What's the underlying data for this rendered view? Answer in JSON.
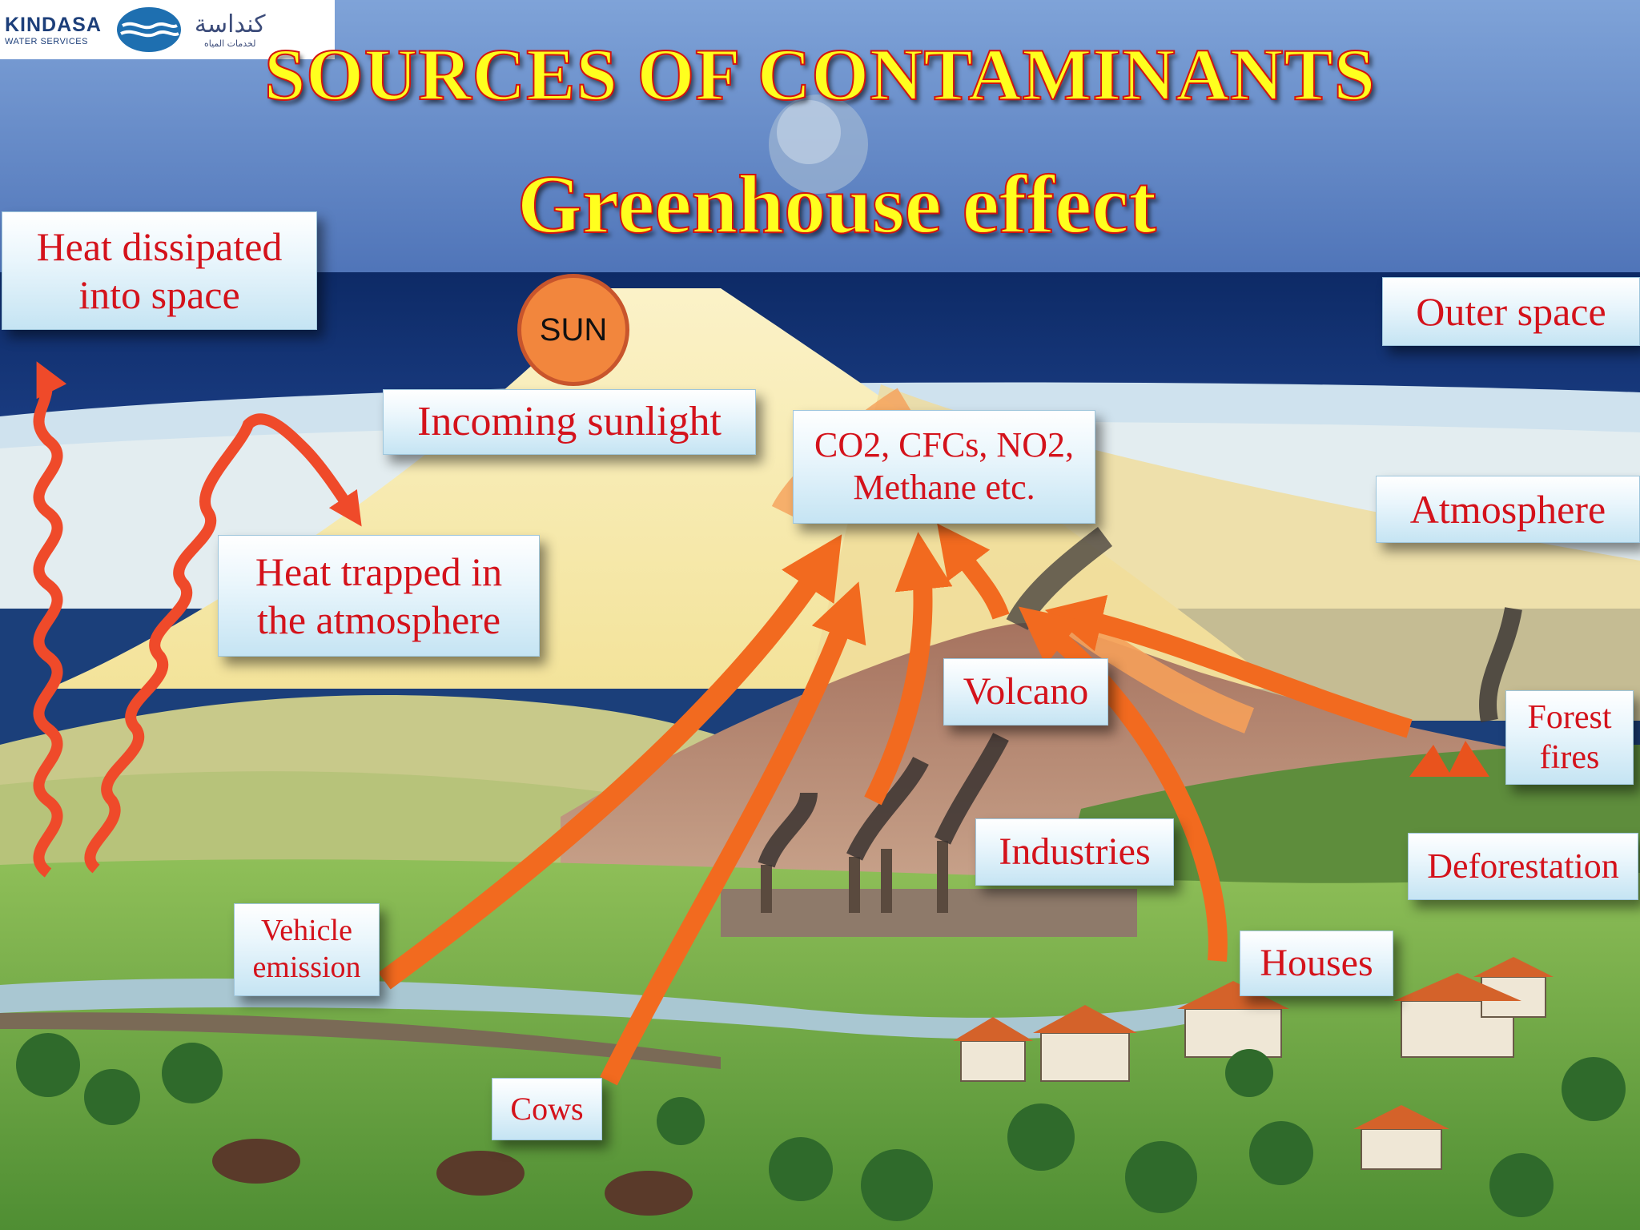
{
  "logo": {
    "name_en": "KINDASA",
    "sub_en": "WATER SERVICES",
    "name_ar": "كنداسة",
    "sub_ar": "لخدمات المياه"
  },
  "title": "SOURCES OF CONTAMINANTS",
  "subtitle": "Greenhouse effect",
  "sun": "SUN",
  "labels": {
    "heat_dissipated": "Heat dissipated into space",
    "incoming_sunlight": "Incoming sunlight",
    "gases": "CO2, CFCs, NO2, Methane etc.",
    "outer_space": "Outer space",
    "atmosphere": "Atmosphere",
    "heat_trapped": "Heat trapped in the atmosphere",
    "volcano": "Volcano",
    "forest_fires": "Forest fires",
    "industries": "Industries",
    "deforestation": "Deforestation",
    "vehicle_emission": "Vehicle emission",
    "houses": "Houses",
    "cows": "Cows"
  },
  "colors": {
    "label_text": "#d4121b",
    "title_fill": "#ffff1e",
    "title_outline": "#d3140f",
    "arrow": "#f26a1f",
    "sun": "#f2863d"
  }
}
